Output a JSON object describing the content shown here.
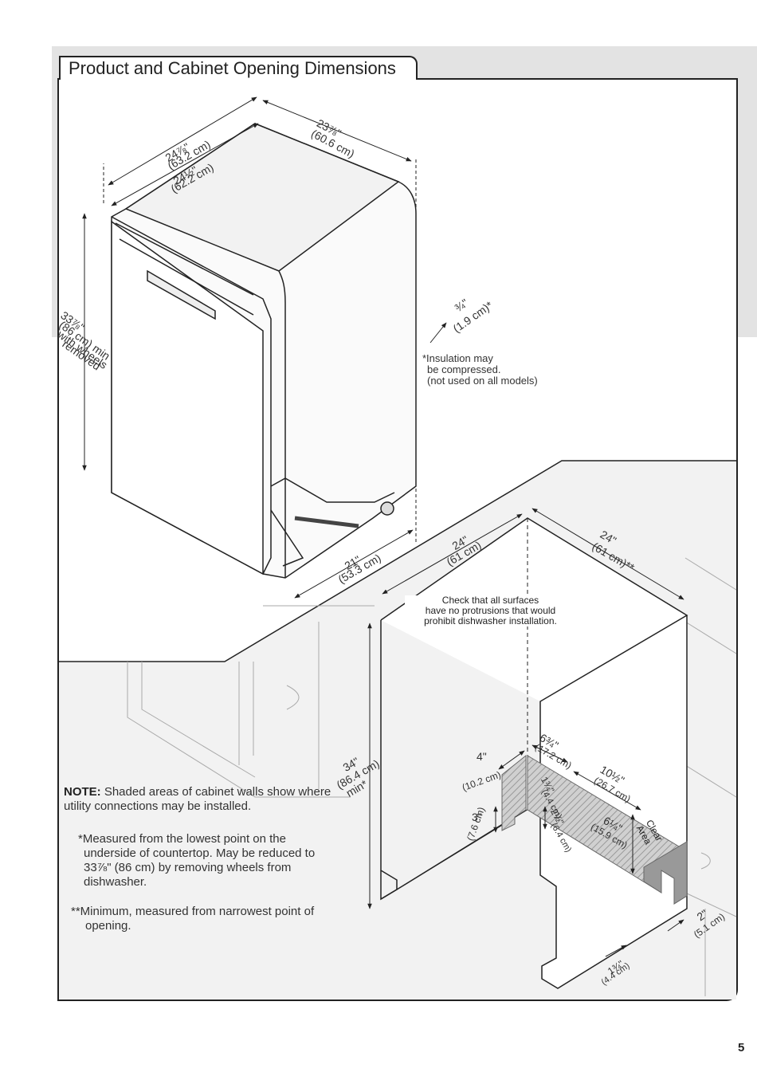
{
  "section": {
    "title": "Product and Cabinet Opening Dimensions"
  },
  "dimensions": {
    "depth_door_open": "24⅞\"",
    "depth_door_open_metric": "(63.2 cm)",
    "depth": "24½\"",
    "depth_metric": "(62.2 cm)",
    "width": "23⅞\"",
    "width_metric": "(60.6 cm)",
    "height": "33⅞\"",
    "height_metric": "(86 cm) min",
    "height_note_1": "with wheels",
    "height_note_2": "removed",
    "insulation_gap": "¾\"",
    "insulation_gap_metric": "(1.9 cm)*",
    "base_depth": "21\"",
    "base_depth_metric": "(53.3 cm)",
    "opening_depth": "24\"",
    "opening_depth_metric": "(61 cm)",
    "opening_width": "24\"",
    "opening_width_metric": "(61 cm)**",
    "opening_height": "34\"",
    "opening_height_metric": "(86.4 cm)",
    "opening_height_min": "min*",
    "side_zone_width": "4\"",
    "side_zone_width_metric": "(10.2 cm)",
    "side_zone_height": "3\"",
    "side_zone_height_metric": "(7.6 cm)",
    "rear_zone_1": "6¾\"",
    "rear_zone_1_metric": "(17.2 cm)",
    "rear_zone_2": "1¾\"",
    "rear_zone_2_metric": "(4.4 cm)",
    "rear_zone_3": "2½\"",
    "rear_zone_3_metric": "(6.4 cm)",
    "rear_zone_4": "10½\"",
    "rear_zone_4_metric": "(26.7 cm)",
    "rear_zone_5": "6¼\"",
    "rear_zone_5_metric": "(15.9 cm)",
    "clear_area": "Clear Area",
    "clear_width": "2\"",
    "clear_width_metric": "(5.1 cm)",
    "floor_zone": "1¾\"",
    "floor_zone_metric": "(4.4 cm)"
  },
  "notes": {
    "insulation_1": "*Insulation may",
    "insulation_2": "be compressed.",
    "insulation_3": "(not used on all models)",
    "check_1": "Check that all surfaces",
    "check_2": "have no protrusions that would",
    "check_3": "prohibit dishwasher installation.",
    "note_label": "NOTE:",
    "note_text": " Shaded areas of cabinet walls show where utility connections may be installed.",
    "footnote1_1": "*Measured from the lowest point on the",
    "footnote1_2": "underside of countertop. May be reduced to",
    "footnote1_3": "33⅞\" (86 cm) by removing wheels from",
    "footnote1_4": "dishwasher.",
    "footnote2_1": "**Minimum, measured from narrowest point of",
    "footnote2_2": "opening."
  },
  "page": {
    "number": "5"
  }
}
